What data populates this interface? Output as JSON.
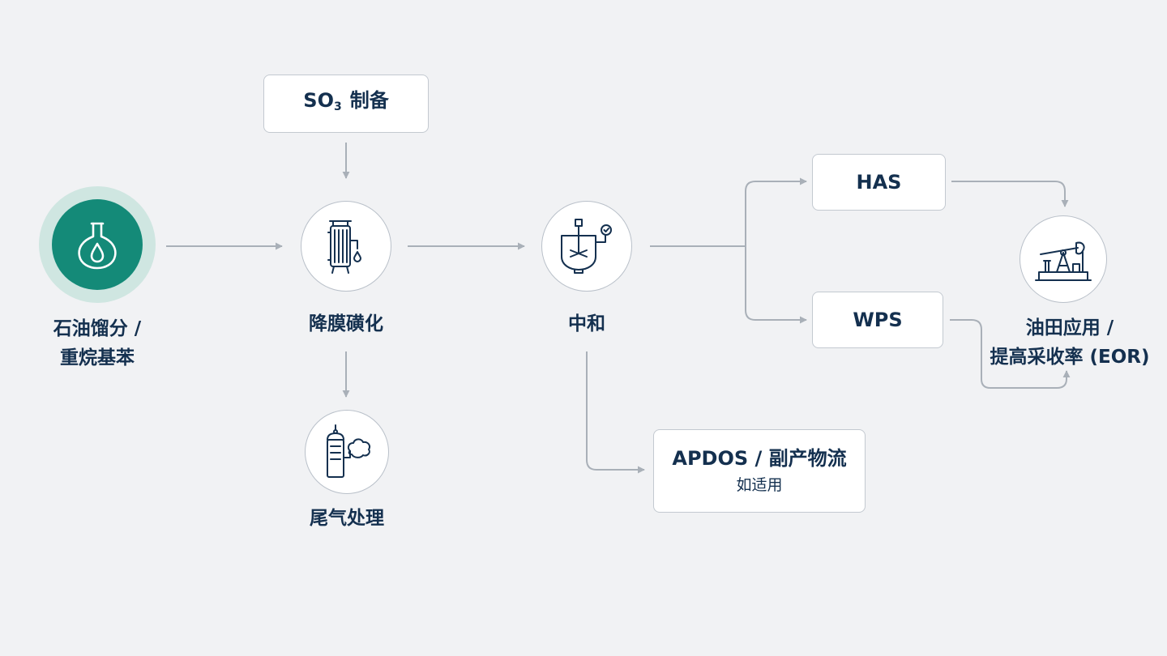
{
  "nodes": {
    "feedstock": {
      "line1": "石油馏分 /",
      "line2": "重烷基苯",
      "icon": "flask-droplet-icon"
    },
    "sulfonation": {
      "label": "降膜磺化",
      "icon": "falling-film-reactor-icon"
    },
    "neutralization": {
      "label": "中和",
      "icon": "stirred-tank-reactor-icon"
    },
    "tailgas": {
      "label": "尾气处理",
      "icon": "scrubber-tower-icon"
    },
    "oilfield": {
      "line1": "油田应用 /",
      "line2": "提高采收率 (EOR)",
      "icon": "pump-jack-icon"
    }
  },
  "boxes": {
    "so3": {
      "main": "SO",
      "subscript": "3",
      "suffix": "制备"
    },
    "has": {
      "label": "HAS"
    },
    "wps": {
      "label": "WPS"
    },
    "apdos": {
      "line1": "APDOS / 副产物流",
      "line2": "如适用"
    }
  },
  "colors": {
    "background": "#f1f2f4",
    "accent": "#148a78",
    "accent_halo": "#cfe6e1",
    "text": "#14304f",
    "connector": "#a9b0b8"
  }
}
